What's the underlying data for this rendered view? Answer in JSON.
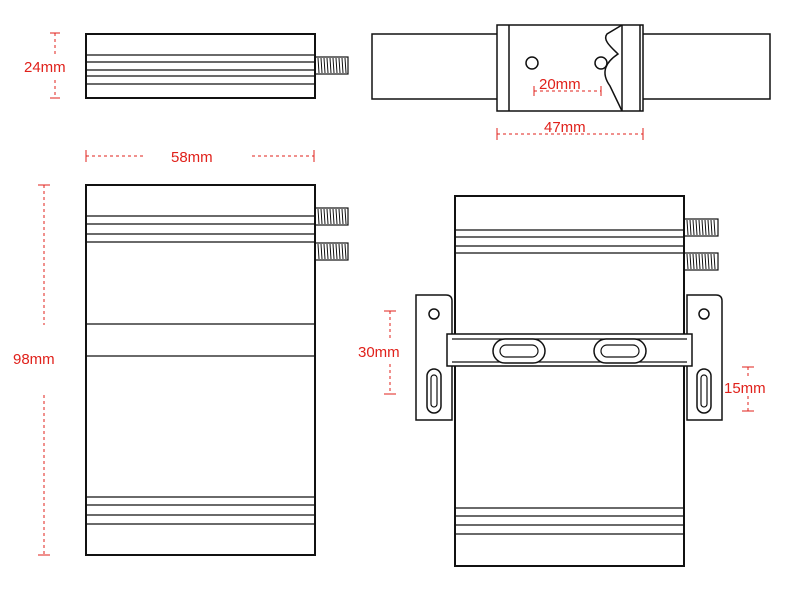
{
  "dimensions": {
    "height_side": "24mm",
    "width_top": "58mm",
    "length_front": "98mm",
    "clip_hole_spacing": "20mm",
    "clip_width": "47mm",
    "bracket_hole_spacing": "30mm",
    "bracket_slot_height": "15mm"
  },
  "colors": {
    "outline": "#111111",
    "dimension": "#e0211b",
    "background": "#ffffff"
  }
}
